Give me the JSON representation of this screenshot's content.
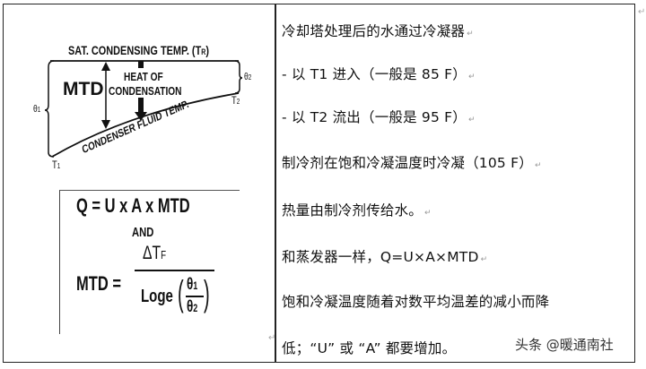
{
  "diagram": {
    "top_label": "SAT. CONDENSING TEMP. (T",
    "top_label_sub": "R",
    "top_label_close": ")",
    "mtd_label": "MTD",
    "heat_label_line1": "HEAT OF",
    "heat_label_line2": "CONDENSATION",
    "fluid_label": "CONDENSER FLUID TEMP.",
    "theta1": "θ",
    "theta1_sub": "1",
    "theta2": "θ",
    "theta2_sub": "2",
    "t1": "T",
    "t1_sub": "1",
    "t2": "T",
    "t2_sub": "2"
  },
  "formula": {
    "q_equation": "Q = U x A x MTD",
    "and_label": "AND",
    "mtd_lhs": "MTD =",
    "numerator": "ΔT",
    "numerator_sub": "F",
    "log_label": "Loge",
    "theta_num": "θ",
    "theta_num_sub": "1",
    "theta_den": "θ",
    "theta_den_sub": "2"
  },
  "text": {
    "lines": [
      "冷却塔处理后的水通过冷凝器",
      "- 以 T1 进入（一般是 85 F）",
      "- 以 T2 流出（一般是 95 F）",
      "制冷剂在饱和冷凝温度时冷凝（105 F）",
      "热量由制冷剂传给水。",
      "和蒸发器一样，Q=U×A×MTD",
      "饱和冷凝温度随着对数平均温差的减小而降",
      "低；“U” 或 “A” 都要增加。"
    ],
    "para_mark": "↵"
  },
  "watermark": "头条 @暖通南社"
}
